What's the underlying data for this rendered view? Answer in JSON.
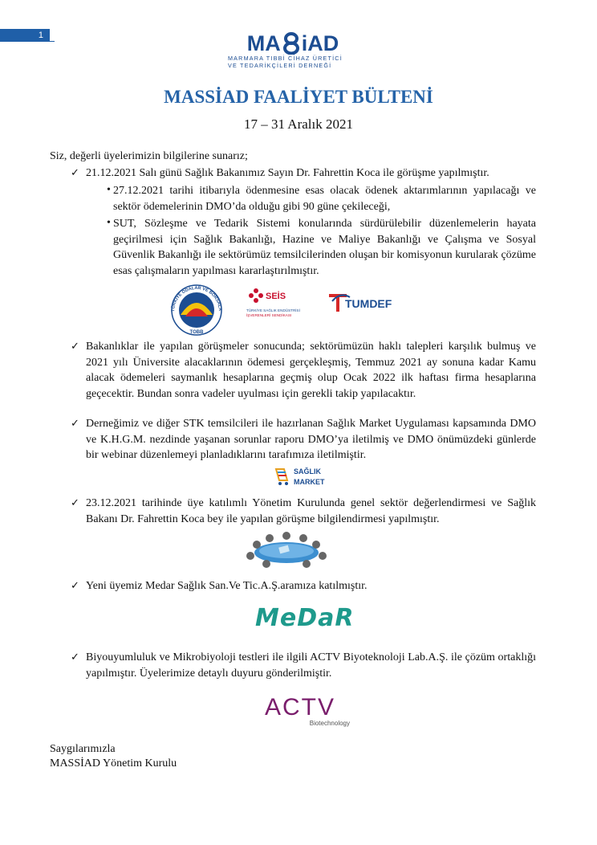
{
  "page_number": "1",
  "logo": {
    "part1": "MA",
    "part2": "iAD",
    "line1": "MARMARA TIBBİ CİHAZ ÜRETİCİ",
    "line2": "VE TEDARİKÇİLERİ DERNEĞİ"
  },
  "title": "MASSİAD FAALİYET BÜLTENİ",
  "date": "17 – 31 Aralık 2021",
  "intro": "Siz, değerli üyelerimizin bilgilerine sunarız;",
  "check_mark": "✓",
  "bullet_mark": "•",
  "items": {
    "item1": "21.12.2021 Salı günü Sağlık Bakanımız Sayın Dr. Fahrettin Koca ile görüşme yapılmıştır.",
    "sub1": "27.12.2021 tarihi itibarıyla ödenmesine esas olacak ödenek aktarımlarının yapılacağı ve sektör ödemelerinin DMO’da olduğu gibi 90 güne çekileceği,",
    "sub2": "SUT, Sözleşme ve Tedarik Sistemi konularında sürdürülebilir düzenlemelerin hayata geçirilmesi için Sağlık Bakanlığı, Hazine ve Maliye Bakanlığı ve Çalışma ve Sosyal Güvenlik Bakanlığı ile sektörümüz temsilcilerinden oluşan bir komisyonun kurularak çözüme esas çalışmaların yapılması kararlaştırılmıştır.",
    "item2": "Bakanlıklar ile yapılan görüşmeler sonucunda; sektörümüzün haklı talepleri karşılık bulmuş ve 2021 yılı Üniversite alacaklarının ödemesi gerçekleşmiş, Temmuz 2021 ay sonuna kadar Kamu alacak ödemeleri saymanlık hesaplarına geçmiş olup Ocak 2022 ilk haftası firma hesaplarına geçecektir. Bundan sonra vadeler uyulması için gerekli takip yapılacaktır.",
    "item3": "Derneğimiz ve diğer STK temsilcileri ile hazırlanan Sağlık Market Uygulaması kapsamında DMO ve K.H.G.M. nezdinde yaşanan sorunlar raporu DMO’ya iletilmiş ve DMO önümüzdeki günlerde bir webinar düzenlemeyi planladıklarını tarafımıza iletilmiştir.",
    "item4": "23.12.2021 tarihinde üye katılımlı Yönetim Kurulunda genel sektör değerlendirmesi ve Sağlık Bakanı Dr. Fahrettin Koca bey ile yapılan görüşme bilgilendirmesi yapılmıştır.",
    "item5": "Yeni üyemiz Medar Sağlık San.Ve Tic.A.Ş.aramıza katılmıştır.",
    "item6": "Biyouyumluluk ve Mikrobiyoloji testleri ile ilgili  ACTV Biyoteknoloji Lab.A.Ş. ile çözüm ortaklığı yapılmıştır. Üyelerimize detaylı duyuru gönderilmiştir."
  },
  "logos": {
    "tobb_text": "TÜRKİYE ODALAR VE BORSALAR BİRLİĞİ",
    "tobb_short": "TOBB",
    "seis_name": "SEİS",
    "seis_sub1": "TÜRKİYE SAĞLIK ENDÜSTRİSİ",
    "seis_sub2": "İŞVERENLERİ SENDİKASI",
    "tumdef": "TUMDEF",
    "saglik_market_1": "SAĞLIK",
    "saglik_market_2": "MARKET",
    "medar": "MeDaR",
    "actv": "ACTV",
    "actv_sub": "Biotechnology"
  },
  "colors": {
    "brand_blue": "#1c4d92",
    "title_blue": "#2563a8",
    "medar_teal": "#1e9a8c",
    "actv_purple": "#7a1e6c",
    "seis_red": "#c8102e",
    "tumdef_red": "#d62828"
  },
  "closing": {
    "line1": "Saygılarımızla",
    "line2": "MASSİAD Yönetim Kurulu"
  }
}
